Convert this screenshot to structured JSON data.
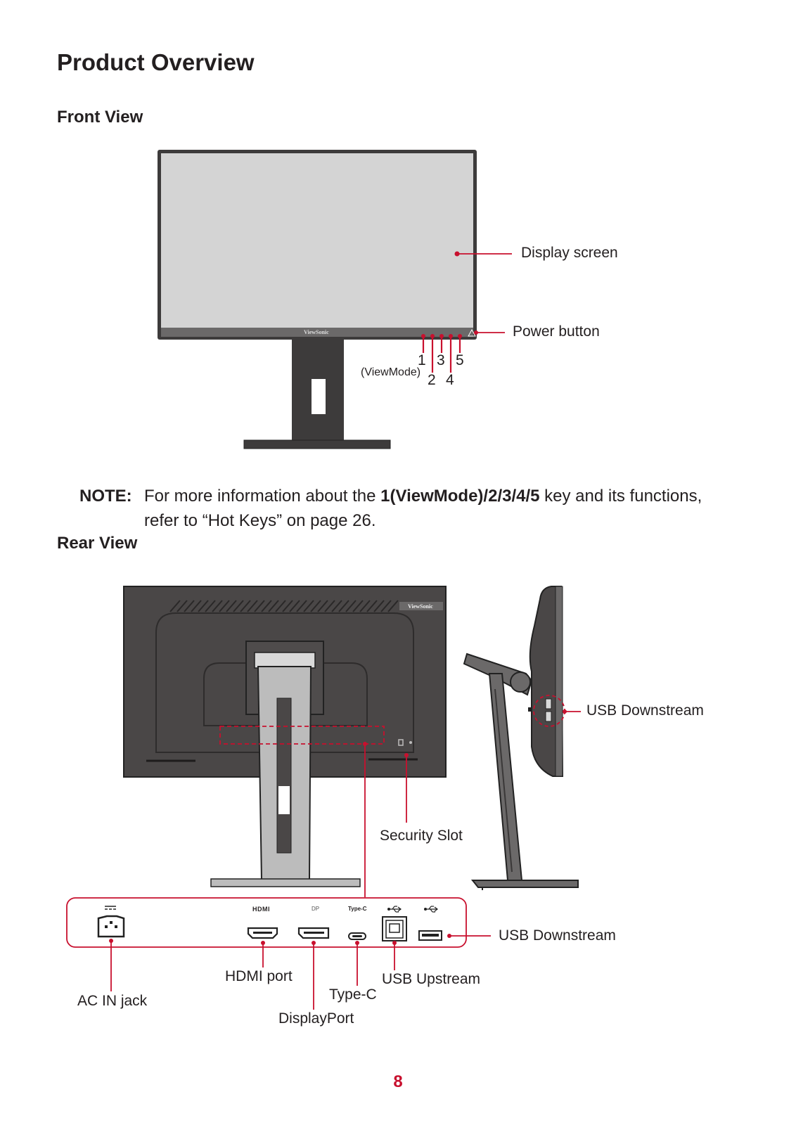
{
  "title": "Product Overview",
  "sections": {
    "front": "Front View",
    "rear": "Rear View"
  },
  "front_labels": {
    "display_screen": "Display screen",
    "power_button": "Power button",
    "key1": "1",
    "key2": "2",
    "key3": "3",
    "key4": "4",
    "key5": "5",
    "viewmode": "(ViewMode)",
    "brand": "ViewSonic"
  },
  "note": {
    "label": "NOTE:",
    "text_before": "For more information about the ",
    "text_bold": "1(ViewMode)/2/3/4/5",
    "text_after": " key and its functions, refer to “Hot Keys” on page 26."
  },
  "rear_labels": {
    "usb_downstream_side": "USB Downstream",
    "security_slot": "Security Slot",
    "usb_downstream": "USB Downstream",
    "ac_in": "AC IN jack",
    "hdmi": "HDMI port",
    "displayport": "DisplayPort",
    "typec": "Type-C",
    "usb_upstream": "USB Upstream",
    "brand": "ViewSonic"
  },
  "port_icons": {
    "hdmi": "HDMI",
    "dp": "DP",
    "typec": "Type-C"
  },
  "page_number": "8",
  "colors": {
    "accent": "#c8102e",
    "screen": "#d4d4d4",
    "bezel": "#3d3b3b",
    "stand": "#bcbcbc"
  }
}
